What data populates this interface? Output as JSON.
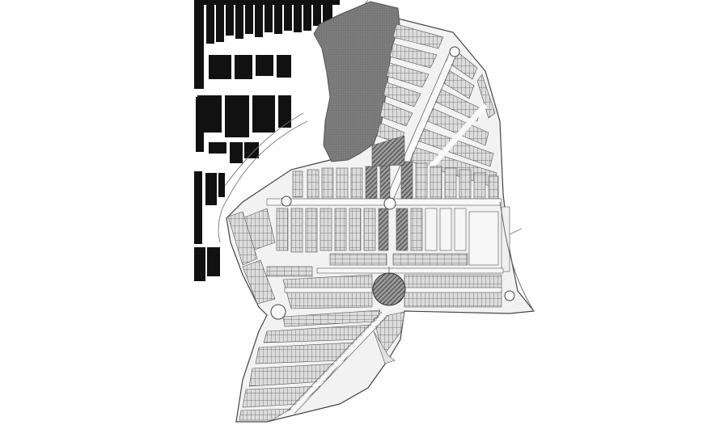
{
  "map": {
    "kind": "urban-subdivision-site-plan",
    "colors": {
      "background": "#ffffff",
      "lot_fill": "#d9d9d9",
      "lot_line": "#555555",
      "road": "#f4f4f4",
      "greenspace": "#7a7a7a",
      "hatch": "#3a3a3a",
      "neighbor_blocks": "#111111",
      "outline": "#444444"
    },
    "features": [
      "neighbor-building-blocks",
      "green-area",
      "residential-lots",
      "main-avenues",
      "roundabouts",
      "central-plaza",
      "hatched-public-blocks",
      "institutional-plots"
    ]
  }
}
